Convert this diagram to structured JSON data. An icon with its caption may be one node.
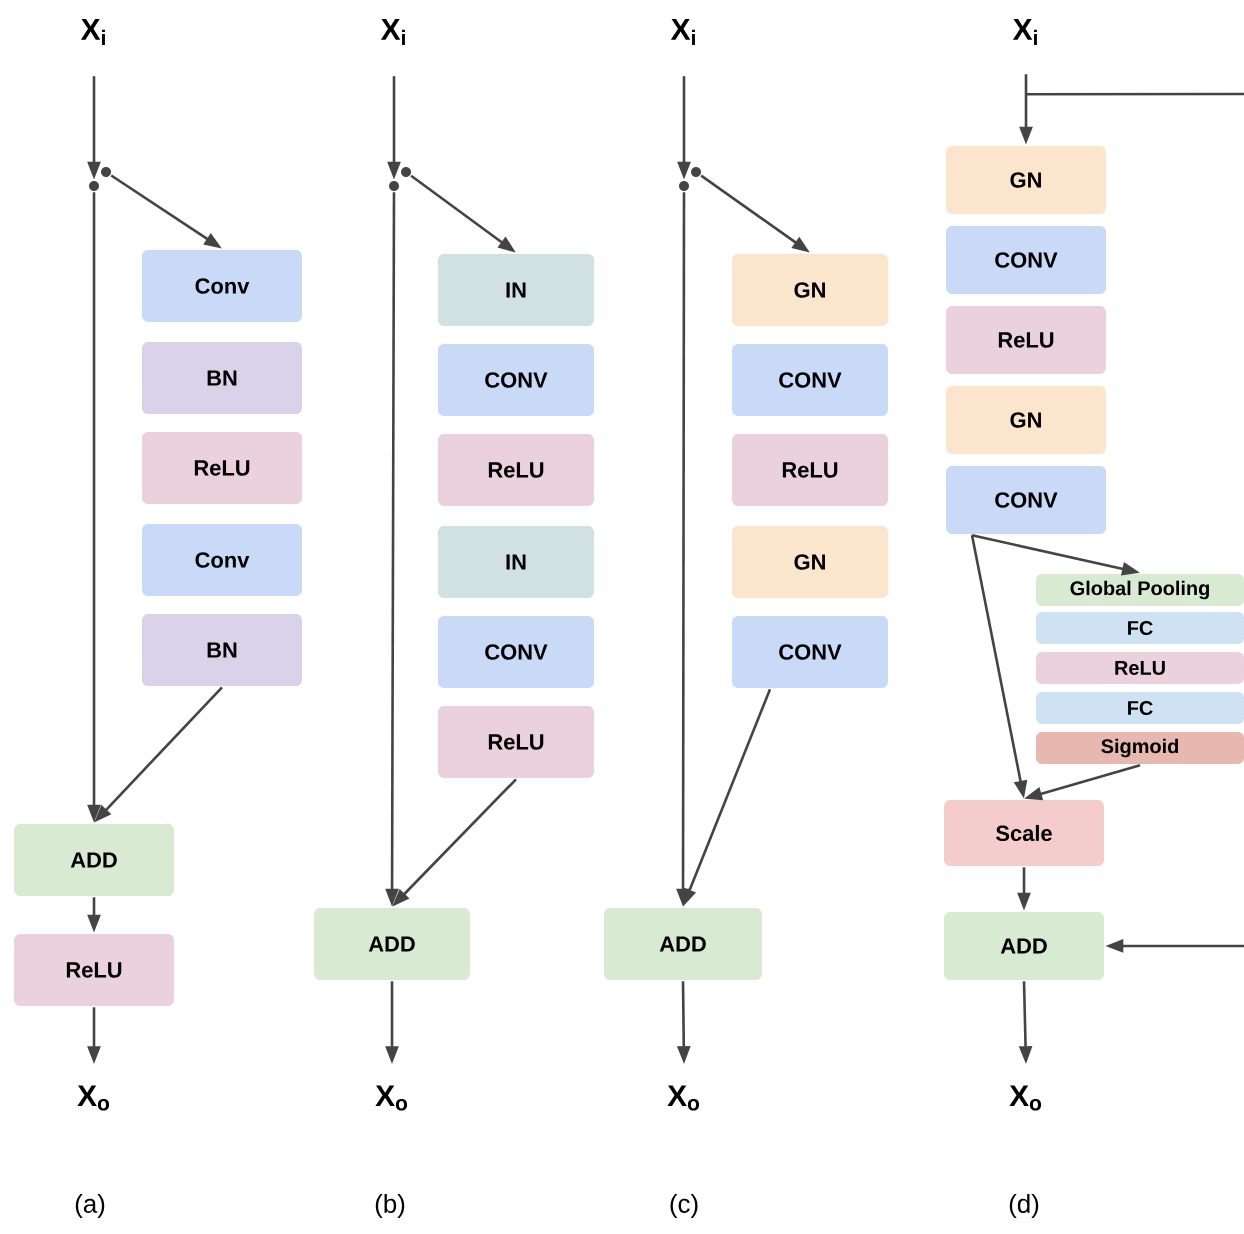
{
  "diagram": {
    "nodes": [
      {
        "text": [
          "X$_{i}$"
        ]
      },
      {
        "text": [],
        "shape": "circle"
      },
      {
        "text": [],
        "shape": "circle"
      },
      {
        "text": [
          "Conv"
        ]
      },
      {
        "text": [
          "BN"
        ]
      },
      {
        "text": [
          "ReLU"
        ]
      },
      {
        "text": [
          "Conv"
        ]
      },
      {
        "text": [
          "BN"
        ]
      },
      {
        "text": [
          "ADD"
        ]
      },
      {
        "text": [
          "ReLU"
        ]
      },
      {
        "text": [
          "X$_{o}$"
        ]
      },
      {
        "text": [
          "X$_{i}$"
        ]
      },
      {
        "text": [],
        "shape": "circle"
      },
      {
        "text": [],
        "shape": "circle"
      },
      {
        "text": [
          "IN"
        ]
      },
      {
        "text": [
          "CONV"
        ]
      },
      {
        "text": [
          "ReLU"
        ]
      },
      {
        "text": [
          "IN"
        ]
      },
      {
        "text": [
          "CONV"
        ]
      },
      {
        "text": [
          "ReLU"
        ]
      },
      {
        "text": [
          "ADD"
        ]
      },
      {
        "text": [
          "X$_{o}$"
        ]
      },
      {
        "text": [
          "X$_{i}$"
        ]
      },
      {
        "text": [],
        "shape": "circle"
      },
      {
        "text": [],
        "shape": "circle"
      },
      {
        "text": [
          "GN"
        ]
      },
      {
        "text": [
          "CONV"
        ]
      },
      {
        "text": [
          "ReLU"
        ]
      },
      {
        "text": [
          "GN"
        ]
      },
      {
        "text": [
          "CONV"
        ]
      },
      {
        "text": [
          "ADD"
        ]
      },
      {
        "text": [
          "X$_{o}$"
        ]
      },
      {
        "text": [
          "X$_{i}$"
        ]
      },
      {
        "text": [
          "GN"
        ]
      },
      {
        "text": [
          "CONV"
        ]
      },
      {
        "text": [
          "ReLU"
        ]
      },
      {
        "text": [
          "GN"
        ]
      },
      {
        "text": [
          "CONV"
        ]
      },
      {
        "text": [
          "Global Pooling"
        ]
      },
      {
        "text": [
          "FC"
        ]
      },
      {
        "text": [
          "ReLU"
        ]
      },
      {
        "text": [
          "FC"
        ]
      },
      {
        "text": [
          "Sigmoid"
        ]
      },
      {
        "text": [
          "Scale"
        ]
      },
      {
        "text": [
          "ADD"
        ]
      },
      {
        "text": [
          "X$_{o}$"
        ]
      }
    ],
    "edges": [
      {
        "from": 0,
        "to": 2,
        "arrow": "to"
      },
      {
        "from": 2,
        "to": 8,
        "arrow": "to"
      },
      {
        "from": 1,
        "to": 3,
        "arrow": "to"
      },
      {
        "from": 7,
        "to": 8,
        "arrow": "to"
      },
      {
        "from": 8,
        "to": 9,
        "arrow": "to"
      },
      {
        "from": 9,
        "to": 10,
        "arrow": "to"
      },
      {
        "from": 11,
        "to": 13,
        "arrow": "to"
      },
      {
        "from": 13,
        "to": 20,
        "arrow": "to"
      },
      {
        "from": 12,
        "to": 14,
        "arrow": "to"
      },
      {
        "from": 19,
        "to": 20,
        "arrow": "to"
      },
      {
        "from": 20,
        "to": 21,
        "arrow": "to"
      },
      {
        "from": 22,
        "to": 24,
        "arrow": "to"
      },
      {
        "from": 24,
        "to": 30,
        "arrow": "to"
      },
      {
        "from": 23,
        "to": 25,
        "arrow": "to"
      },
      {
        "from": 29,
        "to": 30,
        "arrow": "to"
      },
      {
        "from": 30,
        "to": 31,
        "arrow": "to"
      },
      {
        "from": 32,
        "to": 33,
        "arrow": "to"
      },
      {
        "from": 32,
        "to": null,
        "arrow": "none"
      },
      {
        "from": null,
        "to": 44,
        "arrow": "to"
      },
      {
        "from": 37,
        "to": 38,
        "arrow": "to"
      },
      {
        "from": 37,
        "to": 43,
        "arrow": "to"
      },
      {
        "from": 42,
        "to": 43,
        "arrow": "to"
      },
      {
        "from": 43,
        "to": 44,
        "arrow": "to"
      },
      {
        "from": 44,
        "to": 45,
        "arrow": "to"
      }
    ],
    "labels": [
      "(a)",
      "(b)",
      "(c)",
      "(d)"
    ]
  }
}
